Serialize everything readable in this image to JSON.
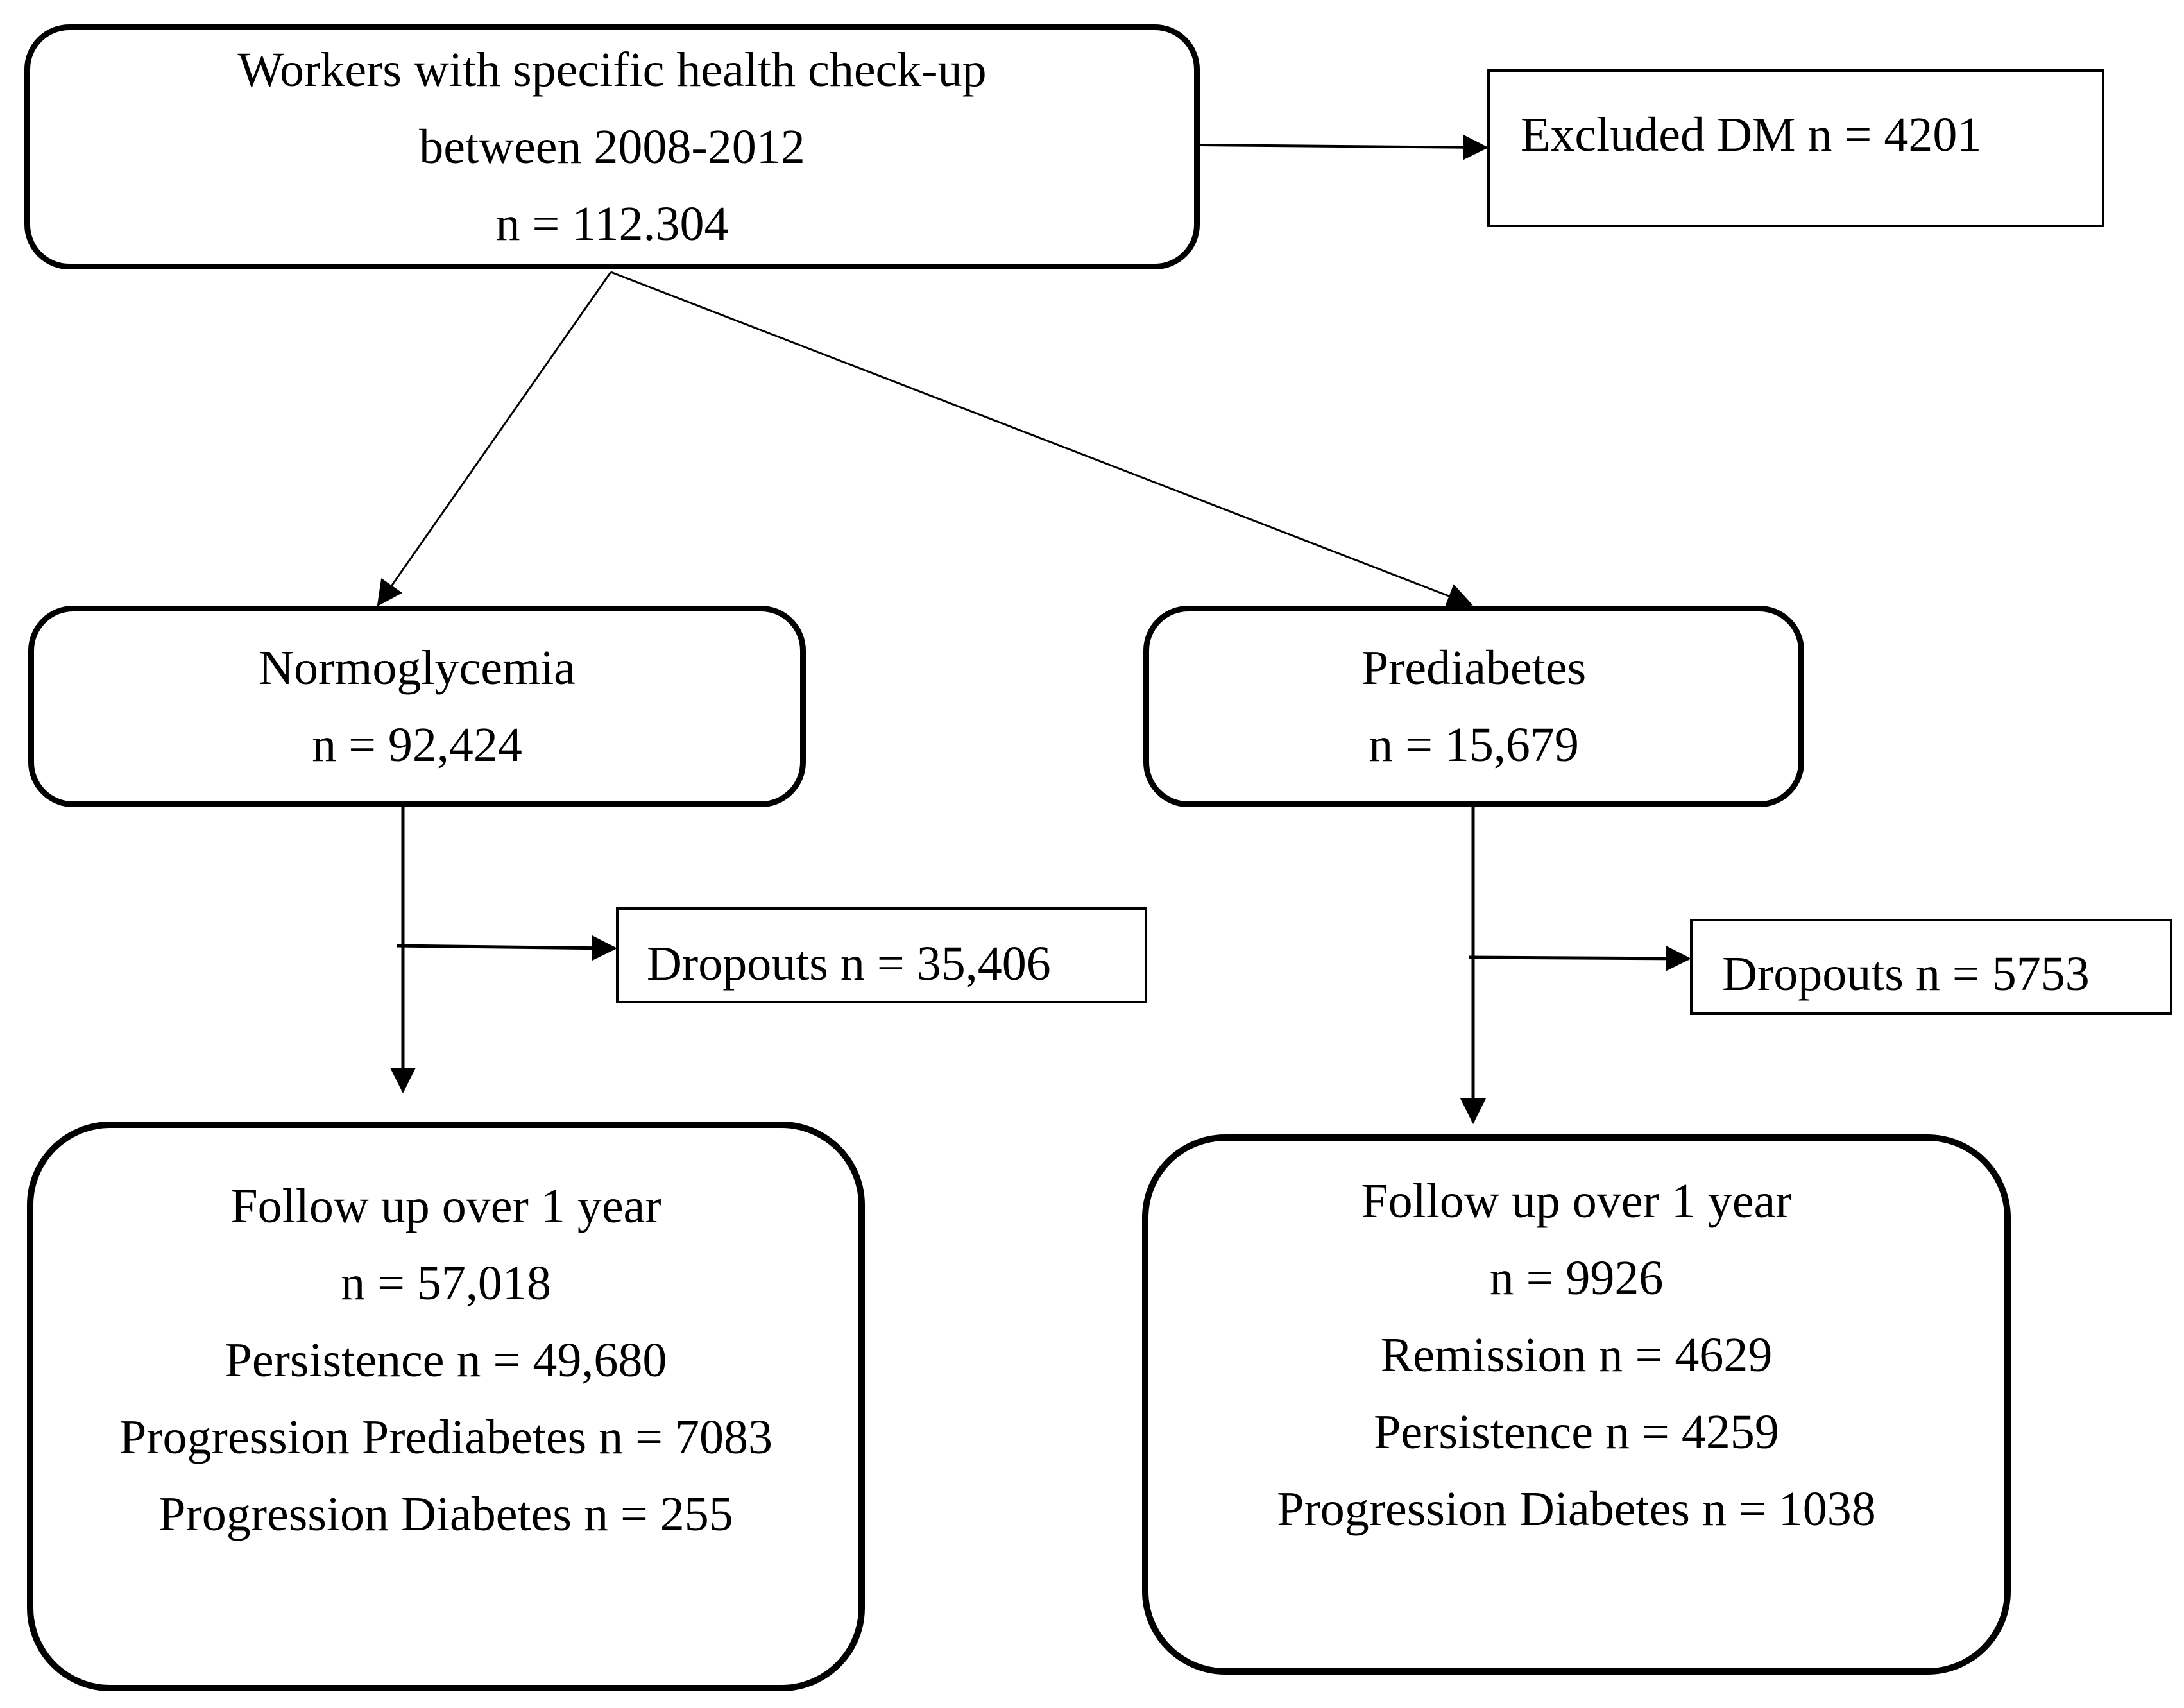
{
  "diagram": {
    "top": {
      "line1": "Workers with specific health check-up",
      "line2": "between 2008-2012",
      "line3": "n = 112.304"
    },
    "excluded": {
      "text": "Excluded DM n = 4201"
    },
    "normoglycemia": {
      "title": "Normoglycemia",
      "count": "n = 92,424"
    },
    "prediabetes": {
      "title": "Prediabetes",
      "count": "n = 15,679"
    },
    "dropouts_left": {
      "text": "Dropouts n = 35,406"
    },
    "dropouts_right": {
      "text": "Dropouts n = 5753"
    },
    "follow_left": {
      "line1": "Follow up over 1 year",
      "line2": "n = 57,018",
      "line3": "Persistence n = 49,680",
      "line4": "Progression Prediabetes n = 7083",
      "line5": "Progression Diabetes n = 255"
    },
    "follow_right": {
      "line1": "Follow up over 1 year",
      "line2": "n = 9926",
      "line3": "Remission n = 4629",
      "line4": "Persistence n = 4259",
      "line5": "Progression Diabetes n = 1038"
    }
  },
  "colors": {
    "stroke": "#000000",
    "background": "#ffffff"
  }
}
